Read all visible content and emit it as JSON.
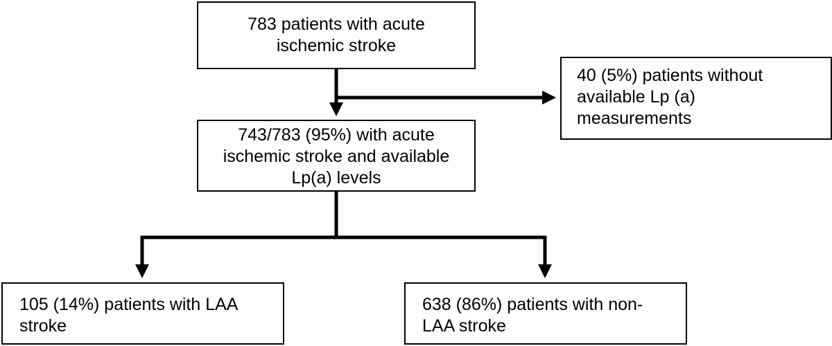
{
  "flowchart": {
    "total": "783 patients with acute\nischemic stroke",
    "excluded": "40 (5%) patients without\navailable Lp (a)\nmeasurements",
    "available": "743/783 (95%) with acute\nischemic stroke and available\nLp(a) levels",
    "laa": "105 (14%) patients with LAA\nstroke",
    "non_laa": "638 (86%) patients with non-\nLAA stroke"
  }
}
